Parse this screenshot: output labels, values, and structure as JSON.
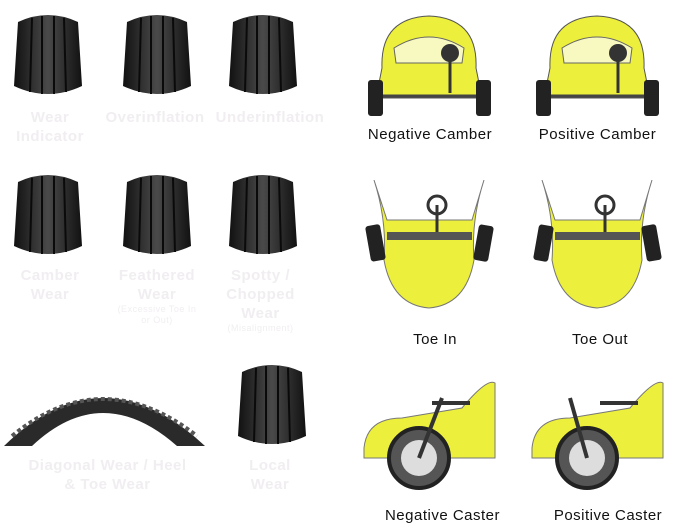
{
  "tire_wear": [
    {
      "label": "Wear Indicator"
    },
    {
      "label": "Overinflation"
    },
    {
      "label": "Underinflation"
    },
    {
      "label": "Camber Wear"
    },
    {
      "label": "Feathered Wear",
      "note": "(Excessive Toe In or Out)"
    },
    {
      "label": "Spotty / Chopped Wear",
      "note": "(Misalignment)"
    },
    {
      "label": "Diagonal Wear / Heel & Toe Wear"
    },
    {
      "label": "Local Wear"
    }
  ],
  "alignment": [
    {
      "label": "Negative Camber"
    },
    {
      "label": "Positive Camber"
    },
    {
      "label": "Toe In"
    },
    {
      "label": "Toe Out"
    },
    {
      "label": "Negative Caster"
    },
    {
      "label": "Positive Caster"
    }
  ],
  "colors": {
    "car": "#ecf03c",
    "tire": "#2a2a2a",
    "label_faint": "#f1eef1"
  }
}
